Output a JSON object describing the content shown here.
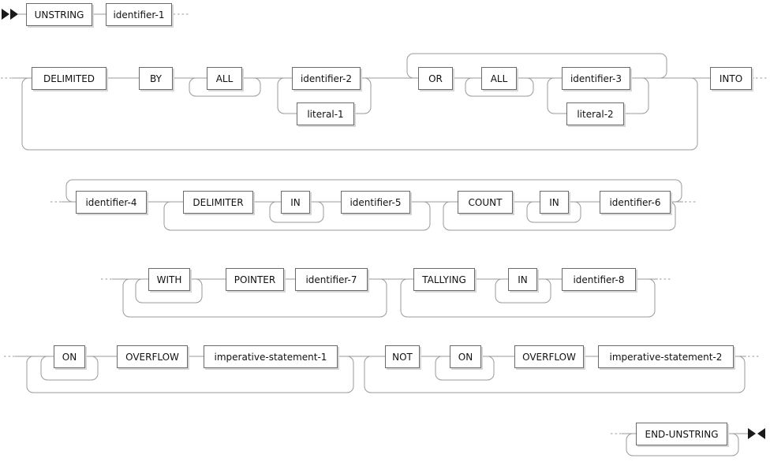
{
  "diagram": {
    "kind": "railroad-syntax-diagram",
    "statement": "UNSTRING",
    "colors": {
      "background": "#ffffff",
      "line": "#9a9a9a",
      "box_border": "#6b6b6b",
      "box_shadow": "#d6d6d6",
      "text": "#111111",
      "arrow": "#1a1a1a"
    },
    "nodes": {
      "unstring": "UNSTRING",
      "identifier_1": "identifier-1",
      "delimited": "DELIMITED",
      "by": "BY",
      "all_1": "ALL",
      "identifier_2": "identifier-2",
      "literal_1": "literal-1",
      "or": "OR",
      "all_2": "ALL",
      "identifier_3": "identifier-3",
      "literal_2": "literal-2",
      "into": "INTO",
      "identifier_4": "identifier-4",
      "delimiter": "DELIMITER",
      "in_1": "IN",
      "identifier_5": "identifier-5",
      "count": "COUNT",
      "in_2": "IN",
      "identifier_6": "identifier-6",
      "with": "WITH",
      "pointer": "POINTER",
      "identifier_7": "identifier-7",
      "tallying": "TALLYING",
      "in_3": "IN",
      "identifier_8": "identifier-8",
      "on_1": "ON",
      "overflow_1": "OVERFLOW",
      "imperative_statement_1": "imperative-statement-1",
      "not": "NOT",
      "on_2": "ON",
      "overflow_2": "OVERFLOW",
      "imperative_statement_2": "imperative-statement-2",
      "end_unstring": "END-UNSTRING"
    }
  }
}
